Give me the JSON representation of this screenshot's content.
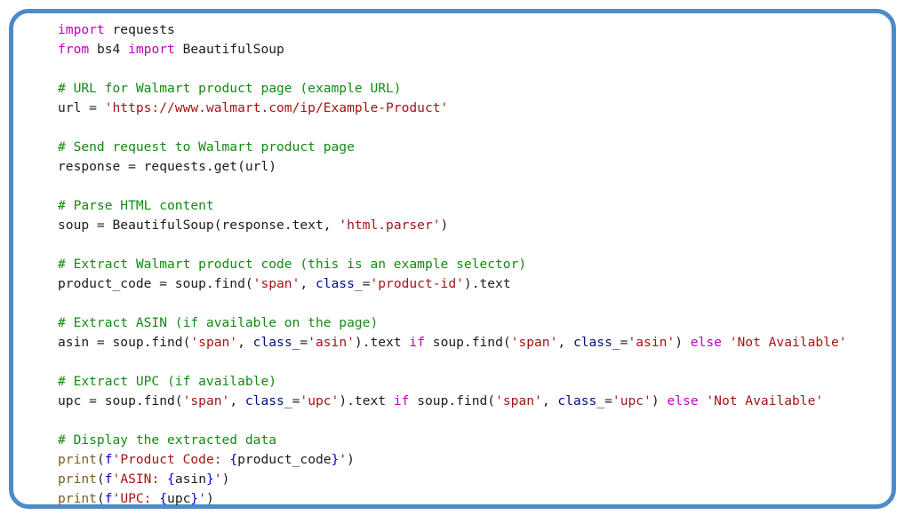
{
  "palette": {
    "frame-border": "#4e8bc8",
    "frame-bg": "#ffffff",
    "plain": "#1c1c1c",
    "keyword": "#c000c0",
    "comment": "#148a14",
    "string": "#a31515",
    "param": "#001080",
    "fstring": "#0000e0",
    "function": "#795e26"
  },
  "code": {
    "language": "python",
    "lines": [
      [
        {
          "c": "k",
          "t": "import"
        },
        {
          "c": "p",
          "t": " requests"
        }
      ],
      [
        {
          "c": "k",
          "t": "from"
        },
        {
          "c": "p",
          "t": " bs4 "
        },
        {
          "c": "k",
          "t": "import"
        },
        {
          "c": "p",
          "t": " BeautifulSoup"
        }
      ],
      [],
      [
        {
          "c": "c",
          "t": "# URL for Walmart product page (example URL)"
        }
      ],
      [
        {
          "c": "p",
          "t": "url = "
        },
        {
          "c": "s",
          "t": "'https://www.walmart.com/ip/Example-Product'"
        }
      ],
      [],
      [
        {
          "c": "c",
          "t": "# Send request to Walmart product page"
        }
      ],
      [
        {
          "c": "p",
          "t": "response = requests.get(url)"
        }
      ],
      [],
      [
        {
          "c": "c",
          "t": "# Parse HTML content"
        }
      ],
      [
        {
          "c": "p",
          "t": "soup = BeautifulSoup(response.text, "
        },
        {
          "c": "s",
          "t": "'html.parser'"
        },
        {
          "c": "p",
          "t": ")"
        }
      ],
      [],
      [
        {
          "c": "c",
          "t": "# Extract Walmart product code (this is an example selector)"
        }
      ],
      [
        {
          "c": "p",
          "t": "product_code = soup.find("
        },
        {
          "c": "s",
          "t": "'span'"
        },
        {
          "c": "p",
          "t": ", "
        },
        {
          "c": "n",
          "t": "class_"
        },
        {
          "c": "p",
          "t": "="
        },
        {
          "c": "s",
          "t": "'product-id'"
        },
        {
          "c": "p",
          "t": ").text"
        }
      ],
      [],
      [
        {
          "c": "c",
          "t": "# Extract ASIN (if available on the page)"
        }
      ],
      [
        {
          "c": "p",
          "t": "asin = soup.find("
        },
        {
          "c": "s",
          "t": "'span'"
        },
        {
          "c": "p",
          "t": ", "
        },
        {
          "c": "n",
          "t": "class_"
        },
        {
          "c": "p",
          "t": "="
        },
        {
          "c": "s",
          "t": "'asin'"
        },
        {
          "c": "p",
          "t": ").text "
        },
        {
          "c": "k",
          "t": "if"
        },
        {
          "c": "p",
          "t": " soup.find("
        },
        {
          "c": "s",
          "t": "'span'"
        },
        {
          "c": "p",
          "t": ", "
        },
        {
          "c": "n",
          "t": "class_"
        },
        {
          "c": "p",
          "t": "="
        },
        {
          "c": "s",
          "t": "'asin'"
        },
        {
          "c": "p",
          "t": ") "
        },
        {
          "c": "k",
          "t": "else"
        },
        {
          "c": "p",
          "t": " "
        },
        {
          "c": "s",
          "t": "'Not Available'"
        }
      ],
      [],
      [
        {
          "c": "c",
          "t": "# Extract UPC (if available)"
        }
      ],
      [
        {
          "c": "p",
          "t": "upc = soup.find("
        },
        {
          "c": "s",
          "t": "'span'"
        },
        {
          "c": "p",
          "t": ", "
        },
        {
          "c": "n",
          "t": "class_"
        },
        {
          "c": "p",
          "t": "="
        },
        {
          "c": "s",
          "t": "'upc'"
        },
        {
          "c": "p",
          "t": ").text "
        },
        {
          "c": "k",
          "t": "if"
        },
        {
          "c": "p",
          "t": " soup.find("
        },
        {
          "c": "s",
          "t": "'span'"
        },
        {
          "c": "p",
          "t": ", "
        },
        {
          "c": "n",
          "t": "class_"
        },
        {
          "c": "p",
          "t": "="
        },
        {
          "c": "s",
          "t": "'upc'"
        },
        {
          "c": "p",
          "t": ") "
        },
        {
          "c": "k",
          "t": "else"
        },
        {
          "c": "p",
          "t": " "
        },
        {
          "c": "s",
          "t": "'Not Available'"
        }
      ],
      [],
      [
        {
          "c": "c",
          "t": "# Display the extracted data"
        }
      ],
      [
        {
          "c": "f",
          "t": "print"
        },
        {
          "c": "p",
          "t": "("
        },
        {
          "c": "b",
          "t": "f"
        },
        {
          "c": "s",
          "t": "'Product Code: "
        },
        {
          "c": "b",
          "t": "{"
        },
        {
          "c": "p",
          "t": "product_code"
        },
        {
          "c": "b",
          "t": "}"
        },
        {
          "c": "s",
          "t": "'"
        },
        {
          "c": "p",
          "t": ")"
        }
      ],
      [
        {
          "c": "f",
          "t": "print"
        },
        {
          "c": "p",
          "t": "("
        },
        {
          "c": "b",
          "t": "f"
        },
        {
          "c": "s",
          "t": "'ASIN: "
        },
        {
          "c": "b",
          "t": "{"
        },
        {
          "c": "p",
          "t": "asin"
        },
        {
          "c": "b",
          "t": "}"
        },
        {
          "c": "s",
          "t": "'"
        },
        {
          "c": "p",
          "t": ")"
        }
      ],
      [
        {
          "c": "f",
          "t": "print"
        },
        {
          "c": "p",
          "t": "("
        },
        {
          "c": "b",
          "t": "f"
        },
        {
          "c": "s",
          "t": "'UPC: "
        },
        {
          "c": "b",
          "t": "{"
        },
        {
          "c": "p",
          "t": "upc"
        },
        {
          "c": "b",
          "t": "}"
        },
        {
          "c": "s",
          "t": "'"
        },
        {
          "c": "p",
          "t": ")"
        }
      ]
    ]
  }
}
